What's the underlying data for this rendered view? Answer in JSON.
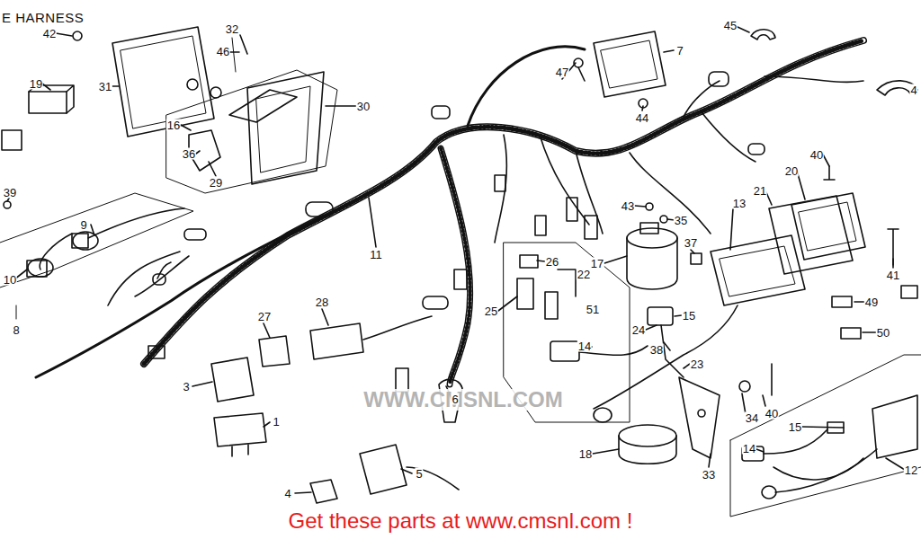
{
  "diagram": {
    "title": "E HARNESS",
    "caption": "Get these parts at www.cmsnl.com !",
    "labels": [
      "WWW.CMSNL.COM",
      "42",
      "32",
      "45",
      "46",
      "7",
      "19",
      "31",
      "47",
      "4",
      "30",
      "16",
      "44",
      "36",
      "40",
      "20",
      "29",
      "21",
      "39",
      "13",
      "43",
      "35",
      "9",
      "37",
      "11",
      "26",
      "17",
      "22",
      "41",
      "10",
      "49",
      "28",
      "51",
      "25",
      "15",
      "8",
      "27",
      "24",
      "50",
      "38",
      "14",
      "23",
      "3",
      "40",
      "6",
      "34",
      "1",
      "15",
      "14",
      "18",
      "33",
      "12",
      "5",
      "4"
    ]
  }
}
